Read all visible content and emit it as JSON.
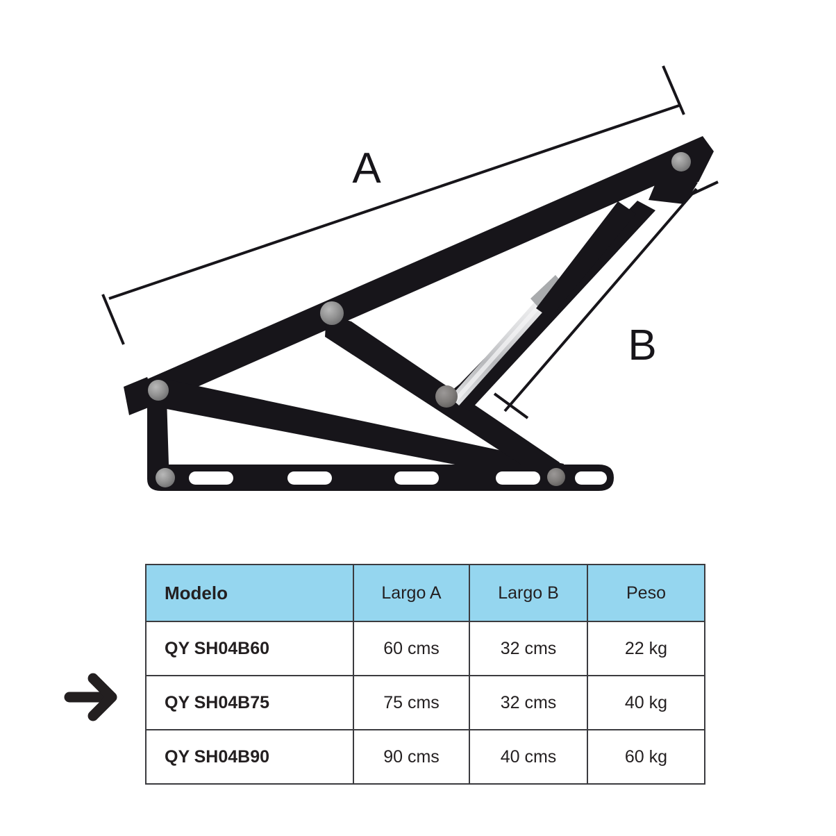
{
  "diagram": {
    "title_hidden": "",
    "dimension_labels": {
      "a": "A",
      "b": "B"
    },
    "colors": {
      "frame": "#17151a",
      "rivet": "#8b8b8b",
      "piston_rod": "#c9cacc",
      "dimension_line": "#17151a",
      "background": "#ffffff"
    },
    "parts": [
      "upper-arm",
      "diagonal-strut",
      "base-rail",
      "gas-spring",
      "pivot-rivets",
      "mounting-slots"
    ]
  },
  "pointer": {
    "name": "right-arrow",
    "points_to_row": 1
  },
  "table": {
    "header": {
      "model": "Modelo",
      "largo_a": "Largo A",
      "largo_b": "Largo B",
      "peso": "Peso"
    },
    "rows": [
      {
        "model": "QY SH04B60",
        "largo_a": "60 cms",
        "largo_b": "32 cms",
        "peso": "22 kg"
      },
      {
        "model": "QY SH04B75",
        "largo_a": "75 cms",
        "largo_b": "32 cms",
        "peso": "40 kg"
      },
      {
        "model": "QY SH04B90",
        "largo_a": "90 cms",
        "largo_b": "40 cms",
        "peso": "60 kg"
      }
    ],
    "colors": {
      "header_bg": "#95d6ef",
      "border": "#3b3b3f",
      "text": "#231f20"
    }
  }
}
